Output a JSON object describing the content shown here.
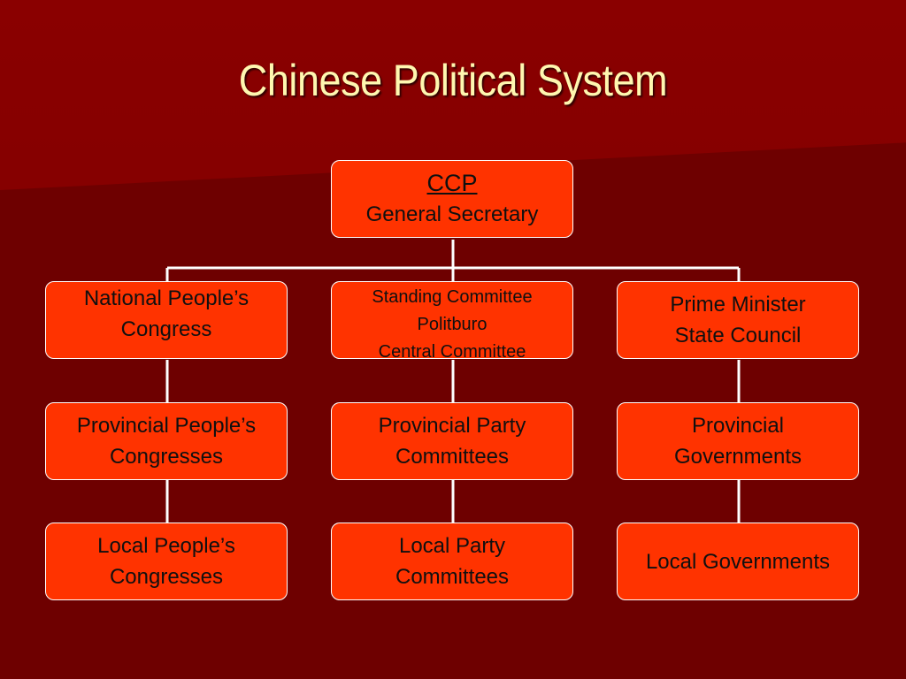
{
  "title": "Chinese Political System",
  "colors": {
    "background": "#6e0000",
    "box_fill": "#ff3300",
    "box_border": "#ffffff",
    "title_color": "#fff7b0"
  },
  "top_node": {
    "line1": "CCP",
    "line2": "General Secretary"
  },
  "columns": [
    {
      "national": [
        "National People’s",
        "Congress"
      ],
      "provincial": [
        "Provincial People’s",
        "Congresses"
      ],
      "local": [
        "Local People’s",
        "Congresses"
      ]
    },
    {
      "national": [
        "Standing Committee",
        "Politburo",
        "Central Committee"
      ],
      "provincial": [
        "Provincial Party",
        "Committees"
      ],
      "local": [
        "Local Party",
        "Committees"
      ]
    },
    {
      "national": [
        "Prime Minister",
        "State Council"
      ],
      "provincial": [
        "Provincial",
        "Governments"
      ],
      "local": [
        "Local Governments"
      ]
    }
  ]
}
